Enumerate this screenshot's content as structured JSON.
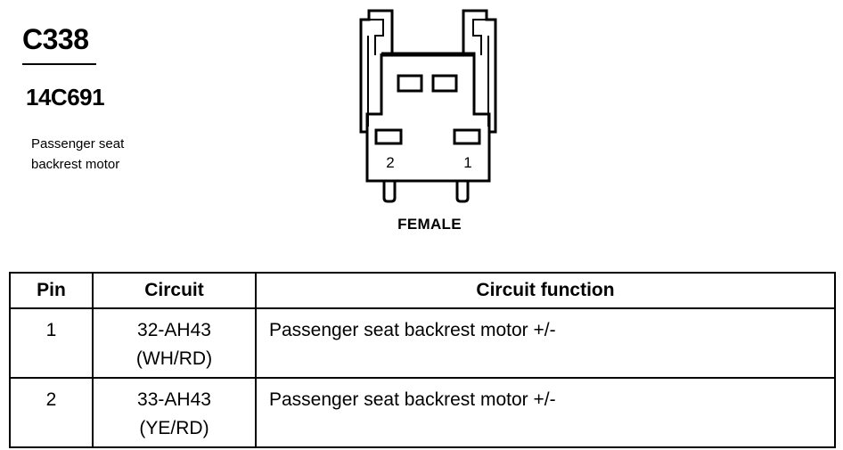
{
  "connector": {
    "id": "C338",
    "part_number": "14C691",
    "description": "Passenger seat backrest motor",
    "gender": "FEMALE",
    "pin_labels": [
      "2",
      "1"
    ]
  },
  "table": {
    "headers": {
      "pin": "Pin",
      "circuit": "Circuit",
      "function": "Circuit function"
    },
    "rows": [
      {
        "pin": "1",
        "circuit": "32-AH43",
        "color": "(WH/RD)",
        "function": "Passenger seat backrest motor +/-"
      },
      {
        "pin": "2",
        "circuit": "33-AH43",
        "color": "(YE/RD)",
        "function": "Passenger seat backrest motor +/-"
      }
    ]
  }
}
